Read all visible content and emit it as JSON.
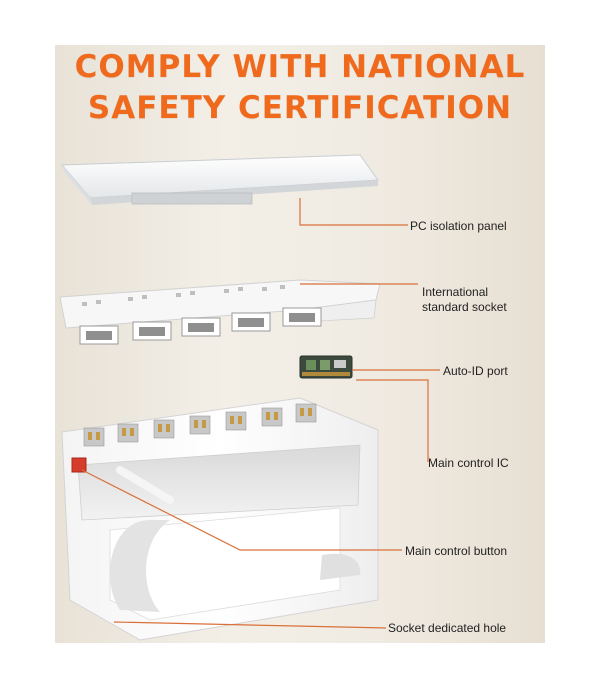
{
  "headline": {
    "line1": "COMPLY WITH NATIONAL",
    "line2": "SAFETY CERTIFICATION"
  },
  "callouts": {
    "pc_panel": "PC isolation panel",
    "socket_line1": "International",
    "socket_line2": "standard socket",
    "auto_id": "Auto-ID port",
    "main_ic": "Main control IC",
    "main_button": "Main control button",
    "socket_hole": "Socket dedicated hole"
  },
  "colors": {
    "accent": "#f06a1d",
    "leader_line": "#d9703a",
    "background": "#f0ebe2"
  }
}
